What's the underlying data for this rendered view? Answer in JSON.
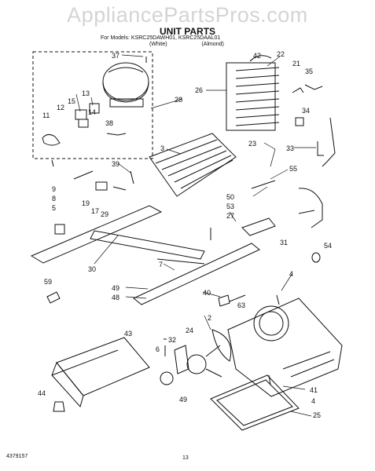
{
  "watermark": "AppliancePartsPros.com",
  "title": "UNIT PARTS",
  "models_line": "For Models: KSRC25DAWH01, KSRC25DAAL01",
  "white_label": "(White)",
  "almond_label": "(Almond)",
  "footer_code": "4379157",
  "page_number": "13",
  "callouts": {
    "c37": "37",
    "c28": "28",
    "c13": "13",
    "c15": "15",
    "c12": "12",
    "c14": "14",
    "c11": "11",
    "c38": "38",
    "c42": "42",
    "c22": "22",
    "c21": "21",
    "c35": "35",
    "c26": "26",
    "c34": "34",
    "c23": "23",
    "c33": "33",
    "c3": "3",
    "c39": "39",
    "c55": "55",
    "c9": "9",
    "c8": "8",
    "c5": "5",
    "c19": "19",
    "c17": "17",
    "c29": "29",
    "c50": "50",
    "c53": "53",
    "c27": "27",
    "c31": "31",
    "c54": "54",
    "c30": "30",
    "c7": "7",
    "c59": "59",
    "c49a": "49",
    "c48": "48",
    "c40": "40",
    "c4a": "4",
    "c63": "63",
    "c2": "2",
    "c24": "24",
    "c32": "32",
    "c6": "6",
    "c43": "43",
    "c44": "44",
    "c49b": "49",
    "c41": "41",
    "c4b": "4",
    "c25": "25"
  }
}
